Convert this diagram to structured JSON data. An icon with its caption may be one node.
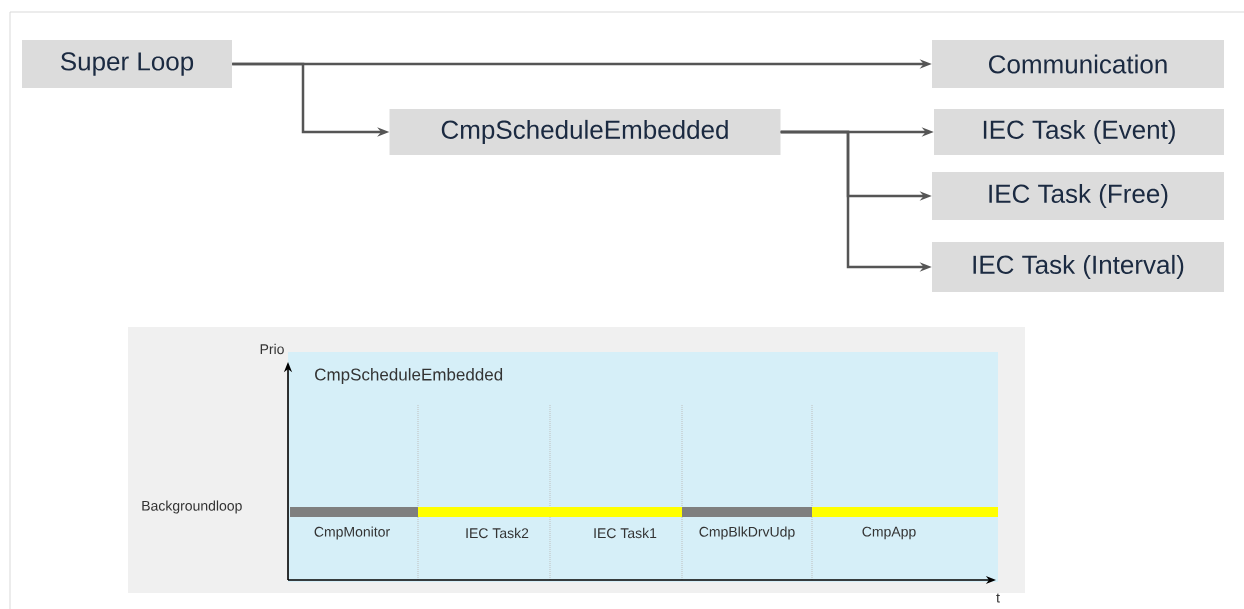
{
  "diagram": {
    "nodes": [
      {
        "text": [
          "Super Loop"
        ]
      },
      {
        "text": [
          "Communication"
        ]
      },
      {
        "text": [
          "CmpScheduleEmbedded"
        ]
      },
      {
        "text": [
          "IEC Task (Event)"
        ]
      },
      {
        "text": [
          "IEC Task (Free)"
        ]
      },
      {
        "text": [
          "IEC Task (Interval)"
        ]
      }
    ],
    "edges": [
      {
        "from": 0,
        "to": 1,
        "arrow": "to"
      },
      {
        "from": 0,
        "to": 2,
        "arrow": "to"
      },
      {
        "from": 2,
        "to": 3,
        "arrow": "to"
      },
      {
        "from": 2,
        "to": 4,
        "arrow": "to"
      },
      {
        "from": 2,
        "to": 5,
        "arrow": "to"
      }
    ],
    "labels": [
      "Prio",
      "CmpScheduleEmbedded",
      "Backgroundloop",
      "CmpMonitor",
      "IEC Task2",
      "IEC Task1",
      "CmpBlkDrvUdp",
      "CmpApp",
      "t"
    ]
  }
}
